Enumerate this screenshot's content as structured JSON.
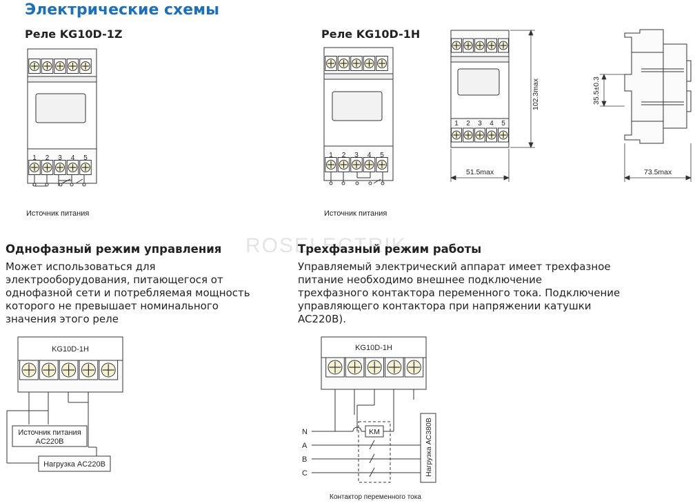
{
  "title": "Электрические схемы",
  "relay_1z": {
    "title": "Реле KG10D-1Z",
    "terminals": [
      "1",
      "2",
      "3",
      "4",
      "5"
    ],
    "source_label": "Источник питания"
  },
  "relay_1h": {
    "title": "Реле KG10D-1H",
    "terminals": [
      "1",
      "2",
      "3",
      "4",
      "5"
    ],
    "source_label": "Источник питания"
  },
  "dimensions": {
    "front_terminals": [
      "1",
      "2",
      "3",
      "4",
      "5"
    ],
    "height": "102.3max",
    "width": "51.5max",
    "depth": "73.5max",
    "rail": "35.5±0.3"
  },
  "watermark": "ROSELECTRIK",
  "single_phase": {
    "heading": "Однофазный режим управления",
    "body": [
      "Может использоваться для",
      "электрооборудования, питающегося от",
      "однофазной сети и потребляемая мощность",
      "которого не превышает номинального",
      "значения этого реле"
    ],
    "relay_label": "KG10D-1H",
    "source_label_1": "Источник питания",
    "source_label_2": "AC220B",
    "load_label": "Нагрузка AC220B"
  },
  "three_phase": {
    "heading": "Трехфазный режим работы",
    "body": [
      "Управляемый электрический аппарат имеет трехфазное",
      "питание необходимо внешнее подключение",
      "трехфазного контактора переменного тока. Подключение",
      "управляющего контактора при напряжении катушки",
      "AC220B)."
    ],
    "relay_label": "KG10D-1H",
    "lines": [
      "N",
      "A",
      "B",
      "C"
    ],
    "coil_label": "KM",
    "load_label": "Нагрузка AC380B",
    "contactor_label": "Контактор переменного тока"
  },
  "colors": {
    "title": "#1f6fb5",
    "terminal_fill": "#f6f1d2",
    "line": "#333333"
  }
}
